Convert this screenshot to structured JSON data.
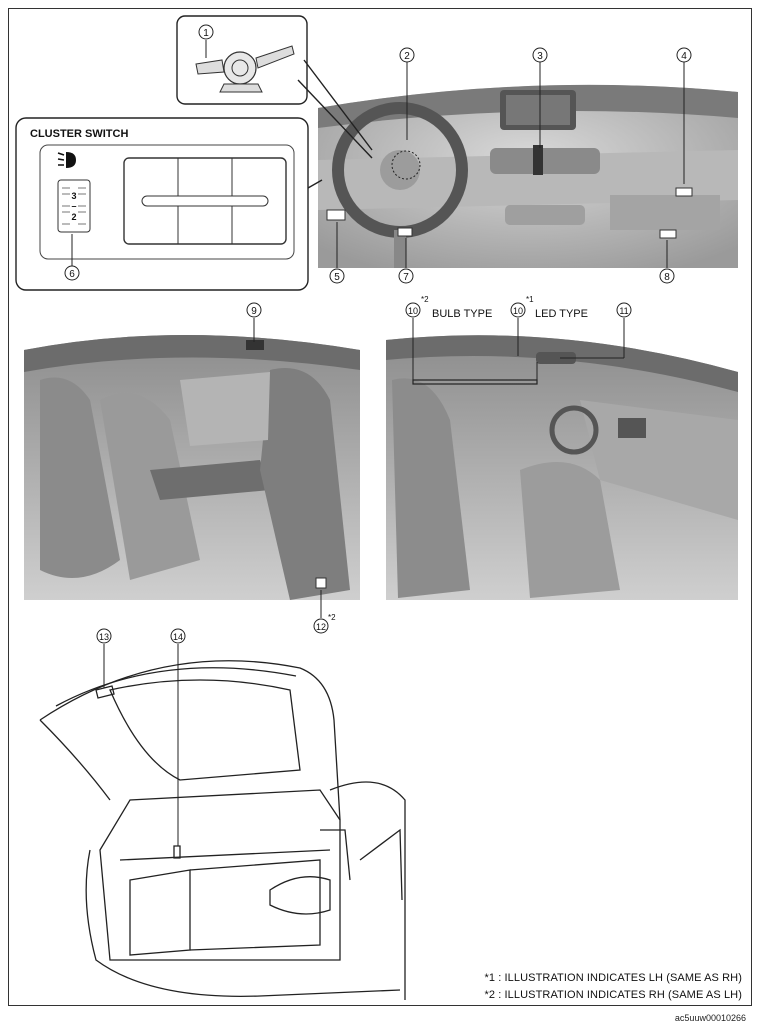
{
  "callouts": {
    "c1": "1",
    "c2": "2",
    "c3": "3",
    "c4": "4",
    "c5": "5",
    "c6": "6",
    "c7": "7",
    "c8": "8",
    "c9": "9",
    "c10": "10",
    "c11": "11",
    "c12": "12",
    "c13": "13",
    "c14": "14"
  },
  "cluster_switch": {
    "title": "CLUSTER SWITCH",
    "indicator_top": "3",
    "indicator_mid": "–",
    "indicator_bottom": "2"
  },
  "labels": {
    "bulb_type": "BULB TYPE",
    "led_type": "LED TYPE",
    "sup_10_bulb": "*2",
    "sup_10_led": "*1",
    "sup_12": "*2"
  },
  "notes": {
    "note1": "*1 : ILLUSTRATION INDICATES LH (SAME AS RH)",
    "note2": "*2 : ILLUSTRATION INDICATES RH (SAME AS LH)"
  },
  "figure_id": "ac5uuw00010266"
}
